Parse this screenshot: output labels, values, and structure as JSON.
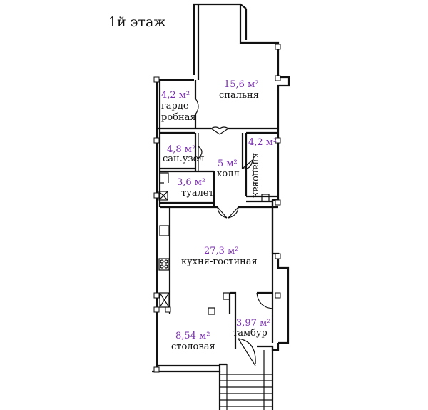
{
  "title": "1й этаж",
  "rooms": [
    {
      "id": "bedroom",
      "area": "15,6 м²",
      "name": "спальня"
    },
    {
      "id": "wardrobe",
      "area": "4,2 м²",
      "name_line1": "гарде-",
      "name_line2": "робная"
    },
    {
      "id": "bathroom",
      "area": "4,8 м²",
      "name": "сан.узел"
    },
    {
      "id": "hall",
      "area": "5 м²",
      "name": "холл"
    },
    {
      "id": "pantry",
      "area": "4,2 м²",
      "name": "кладовая"
    },
    {
      "id": "toilet",
      "area": "3,6 м²",
      "name": "туалет"
    },
    {
      "id": "kitchen-living",
      "area": "27,3 м²",
      "name": "кухня-гостиная"
    },
    {
      "id": "vestibule",
      "area": "3,97 м²",
      "name": "тамбур"
    },
    {
      "id": "dining",
      "area": "8,54 м²",
      "name": "столовая"
    }
  ],
  "colors": {
    "wall": "#111111",
    "area_text": "#7a2fb0",
    "label_text": "#111111"
  }
}
